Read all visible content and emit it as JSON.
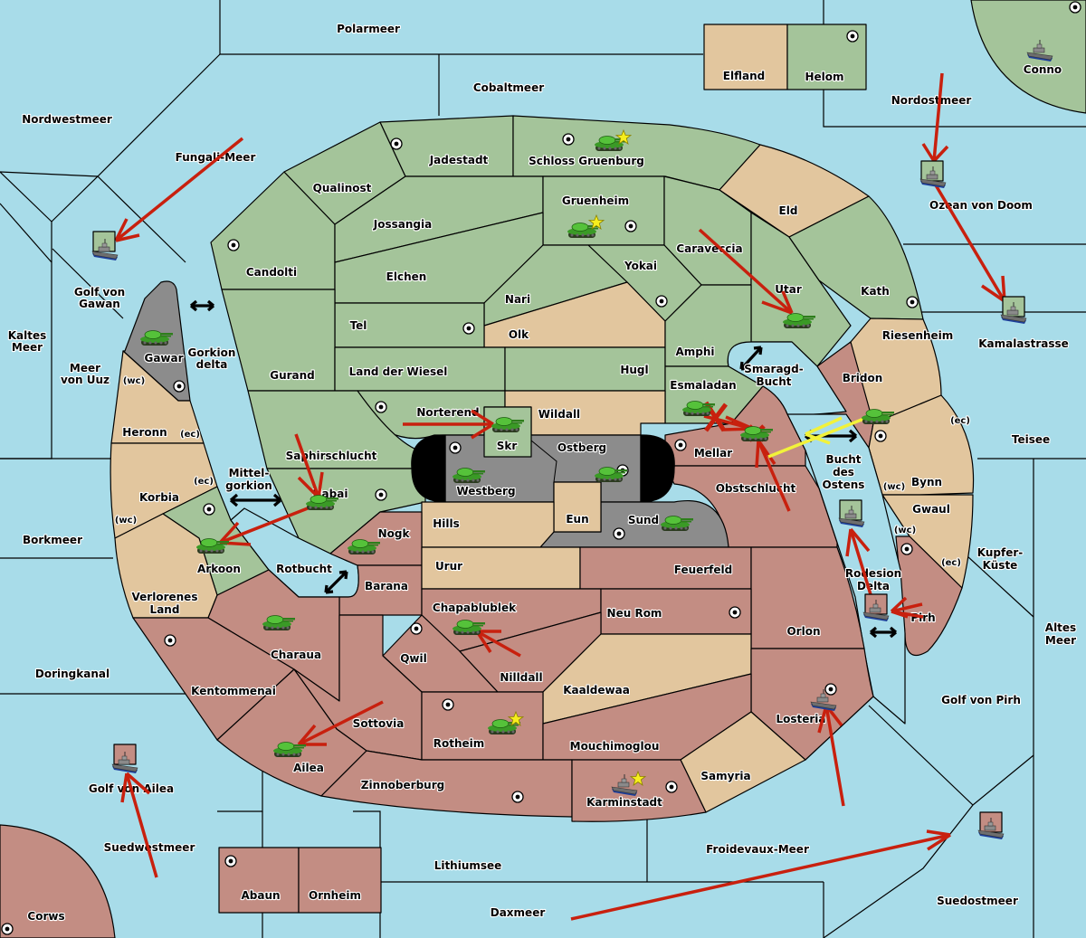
{
  "map": {
    "title": "Diplomacy variant map",
    "colors": {
      "sea": "#a8dce9",
      "power_green": "#a4c49a",
      "neutral_tan": "#e2c69e",
      "power_red": "#c38d83",
      "impassable_grey": "#8c8c8c",
      "move_order": "#c8200e",
      "support_order": "#f2f23a",
      "build_star": "#f6ee1e"
    },
    "seas": [
      {
        "name": "Polarmeer"
      },
      {
        "name": "Cobaltmeer"
      },
      {
        "name": "Nordwestmeer"
      },
      {
        "name": "Fungali-Meer"
      },
      {
        "name": "Nordostmeer"
      },
      {
        "name": "Ozean von Doom"
      },
      {
        "name": "Kamalastrasse"
      },
      {
        "name": "Golf von Gawan"
      },
      {
        "name": "Kaltes Meer"
      },
      {
        "name": "Meer von Uuz"
      },
      {
        "name": "Gorkion delta"
      },
      {
        "name": "Mittel-gorkion"
      },
      {
        "name": "Rotbucht"
      },
      {
        "name": "Borkmeer"
      },
      {
        "name": "Doringkanal"
      },
      {
        "name": "Golf von Ailea"
      },
      {
        "name": "Suedwestmeer"
      },
      {
        "name": "Lithiumsee"
      },
      {
        "name": "Daxmeer"
      },
      {
        "name": "Froidevaux-Meer"
      },
      {
        "name": "Suedostmeer"
      },
      {
        "name": "Golf von Pirh"
      },
      {
        "name": "Altes Meer"
      },
      {
        "name": "Kupfer-Küste"
      },
      {
        "name": "Teisee"
      },
      {
        "name": "Smaragd-Bucht"
      },
      {
        "name": "Bucht des Ostens"
      },
      {
        "name": "Rodesion Delta"
      }
    ],
    "labels": [
      {
        "id": "polarmeer",
        "text": "Polarmeer"
      },
      {
        "id": "cobaltmeer",
        "text": "Cobaltmeer"
      },
      {
        "id": "nordwestmeer",
        "text": "Nordwestmeer"
      },
      {
        "id": "fungali",
        "text": "Fungali-Meer"
      },
      {
        "id": "nordostmeer",
        "text": "Nordostmeer"
      },
      {
        "id": "ozean",
        "text": "Ozean von Doom"
      },
      {
        "id": "kamala",
        "text": "Kamalastrasse"
      },
      {
        "id": "gawan1",
        "text": "Golf von"
      },
      {
        "id": "gawan2",
        "text": "Gawan"
      },
      {
        "id": "kaltes1",
        "text": "Kaltes"
      },
      {
        "id": "kaltes2",
        "text": "Meer"
      },
      {
        "id": "uuz1",
        "text": "Meer"
      },
      {
        "id": "uuz2",
        "text": "von Uuz"
      },
      {
        "id": "gorkion1",
        "text": "Gorkion"
      },
      {
        "id": "gorkion2",
        "text": "delta"
      },
      {
        "id": "mittel1",
        "text": "Mittel-"
      },
      {
        "id": "mittel2",
        "text": "gorkion"
      },
      {
        "id": "rotbucht",
        "text": "Rotbucht"
      },
      {
        "id": "borkmeer",
        "text": "Borkmeer"
      },
      {
        "id": "doringkanal",
        "text": "Doringkanal"
      },
      {
        "id": "ailea_gulf",
        "text": "Golf von Ailea"
      },
      {
        "id": "suedwestmeer",
        "text": "Suedwestmeer"
      },
      {
        "id": "lithiumsee",
        "text": "Lithiumsee"
      },
      {
        "id": "daxmeer",
        "text": "Daxmeer"
      },
      {
        "id": "froidevaux",
        "text": "Froidevaux-Meer"
      },
      {
        "id": "suedostmeer",
        "text": "Suedostmeer"
      },
      {
        "id": "pirh_gulf",
        "text": "Golf von Pirh"
      },
      {
        "id": "altes1",
        "text": "Altes"
      },
      {
        "id": "altes2",
        "text": "Meer"
      },
      {
        "id": "kupfer1",
        "text": "Kupfer-"
      },
      {
        "id": "kupfer2",
        "text": "Küste"
      },
      {
        "id": "teisee",
        "text": "Teisee"
      },
      {
        "id": "smaragd1",
        "text": "Smaragd-"
      },
      {
        "id": "smaragd2",
        "text": "Bucht"
      },
      {
        "id": "bucht1",
        "text": "Bucht"
      },
      {
        "id": "bucht2",
        "text": "des"
      },
      {
        "id": "bucht3",
        "text": "Ostens"
      },
      {
        "id": "rodesion1",
        "text": "Rodesion"
      },
      {
        "id": "rodesion2",
        "text": "Delta"
      },
      {
        "id": "elfland",
        "text": "Elfland"
      },
      {
        "id": "helom",
        "text": "Helom"
      },
      {
        "id": "conno",
        "text": "Conno"
      },
      {
        "id": "corws",
        "text": "Corws"
      },
      {
        "id": "abaun",
        "text": "Abaun"
      },
      {
        "id": "ornheim",
        "text": "Ornheim"
      },
      {
        "id": "jadestadt",
        "text": "Jadestadt"
      },
      {
        "id": "schloss",
        "text": "Schloss Gruenburg"
      },
      {
        "id": "qualinost",
        "text": "Qualinost"
      },
      {
        "id": "jossangia",
        "text": "Jossangia"
      },
      {
        "id": "gruenheim",
        "text": "Gruenheim"
      },
      {
        "id": "eld",
        "text": "Eld"
      },
      {
        "id": "caraveccia",
        "text": "Caraveccia"
      },
      {
        "id": "candolti",
        "text": "Candolti"
      },
      {
        "id": "elchen",
        "text": "Elchen"
      },
      {
        "id": "yokai",
        "text": "Yokai"
      },
      {
        "id": "nari",
        "text": "Nari"
      },
      {
        "id": "utar",
        "text": "Utar"
      },
      {
        "id": "kath",
        "text": "Kath"
      },
      {
        "id": "tel",
        "text": "Tel"
      },
      {
        "id": "olk",
        "text": "Olk"
      },
      {
        "id": "amphi",
        "text": "Amphi"
      },
      {
        "id": "riesenheim",
        "text": "Riesenheim"
      },
      {
        "id": "gurand",
        "text": "Gurand"
      },
      {
        "id": "wiesel",
        "text": "Land der Wiesel"
      },
      {
        "id": "hugl",
        "text": "Hugl"
      },
      {
        "id": "esmaladan",
        "text": "Esmaladan"
      },
      {
        "id": "bridon",
        "text": "Bridon"
      },
      {
        "id": "gawar",
        "text": "Gawar"
      },
      {
        "id": "norterend",
        "text": "Norterend"
      },
      {
        "id": "wildall",
        "text": "Wildall"
      },
      {
        "id": "skr",
        "text": "Skr"
      },
      {
        "id": "ostberg",
        "text": "Ostberg"
      },
      {
        "id": "mellar",
        "text": "Mellar"
      },
      {
        "id": "heronn",
        "text": "Heronn"
      },
      {
        "id": "saphir",
        "text": "Saphirschlucht"
      },
      {
        "id": "westberg",
        "text": "Westberg"
      },
      {
        "id": "obst",
        "text": "Obstschlucht"
      },
      {
        "id": "korbia",
        "text": "Korbia"
      },
      {
        "id": "nabai",
        "text": "Nabai"
      },
      {
        "id": "hills",
        "text": "Hills"
      },
      {
        "id": "eun",
        "text": "Eun"
      },
      {
        "id": "sund",
        "text": "Sund"
      },
      {
        "id": "bynn",
        "text": "Bynn"
      },
      {
        "id": "gwaul",
        "text": "Gwaul"
      },
      {
        "id": "nogk",
        "text": "Nogk"
      },
      {
        "id": "arkoon",
        "text": "Arkoon"
      },
      {
        "id": "urur",
        "text": "Urur"
      },
      {
        "id": "feuerfeld",
        "text": "Feuerfeld"
      },
      {
        "id": "barana",
        "text": "Barana"
      },
      {
        "id": "verlorenes1",
        "text": "Verlorenes"
      },
      {
        "id": "verlorenes2",
        "text": "Land"
      },
      {
        "id": "chapa",
        "text": "Chapablublek"
      },
      {
        "id": "neurom",
        "text": "Neu Rom"
      },
      {
        "id": "pirh",
        "text": "Pirh"
      },
      {
        "id": "orlon",
        "text": "Orlon"
      },
      {
        "id": "charaua",
        "text": "Charaua"
      },
      {
        "id": "qwil",
        "text": "Qwil"
      },
      {
        "id": "nilldall",
        "text": "Nilldall"
      },
      {
        "id": "kentommenai",
        "text": "Kentommenai"
      },
      {
        "id": "kaaldewaa",
        "text": "Kaaldewaa"
      },
      {
        "id": "losteria",
        "text": "Losteria"
      },
      {
        "id": "sottovia",
        "text": "Sottovia"
      },
      {
        "id": "rotheim",
        "text": "Rotheim"
      },
      {
        "id": "mouchi",
        "text": "Mouchimoglou"
      },
      {
        "id": "ailea",
        "text": "Ailea"
      },
      {
        "id": "samyria",
        "text": "Samyria"
      },
      {
        "id": "zinnoberburg",
        "text": "Zinnoberburg"
      },
      {
        "id": "karminstadt",
        "text": "Karminstadt"
      }
    ],
    "coast_tags": [
      {
        "id": "gawar_wc",
        "text": "(wc)"
      },
      {
        "id": "heronn_ec",
        "text": "(ec)"
      },
      {
        "id": "korbia_ec",
        "text": "(ec)"
      },
      {
        "id": "korbia_wc",
        "text": "(wc)"
      },
      {
        "id": "bynn_ec",
        "text": "(ec)"
      },
      {
        "id": "bynn_wc",
        "text": "(wc)"
      },
      {
        "id": "gwaul_wc",
        "text": "(wc)"
      },
      {
        "id": "gwaul_ec",
        "text": "(ec)"
      }
    ],
    "units": [
      {
        "type": "army",
        "territory": "Schloss Gruenburg",
        "owner": "green",
        "built": true
      },
      {
        "type": "army",
        "territory": "Gruenheim",
        "owner": "green",
        "built": true
      },
      {
        "type": "army",
        "territory": "Utar",
        "owner": "green"
      },
      {
        "type": "army",
        "territory": "Gawar",
        "owner": "green"
      },
      {
        "type": "army",
        "territory": "Skr",
        "owner": "green"
      },
      {
        "type": "army",
        "territory": "Westberg",
        "owner": "green"
      },
      {
        "type": "army",
        "territory": "Ostberg",
        "owner": "green"
      },
      {
        "type": "army",
        "territory": "Sund",
        "owner": "green"
      },
      {
        "type": "army",
        "territory": "Esmaladan",
        "owner": "green"
      },
      {
        "type": "army",
        "territory": "Mellar",
        "owner": "green",
        "dislodged": true
      },
      {
        "type": "army",
        "territory": "Bridon",
        "owner": "green"
      },
      {
        "type": "army",
        "territory": "Nabai",
        "owner": "green"
      },
      {
        "type": "army",
        "territory": "Arkoon",
        "owner": "green"
      },
      {
        "type": "army",
        "territory": "Nogk",
        "owner": "green"
      },
      {
        "type": "army",
        "territory": "Charaua",
        "owner": "green"
      },
      {
        "type": "army",
        "territory": "Chapablublek",
        "owner": "green"
      },
      {
        "type": "army",
        "territory": "Rotheim",
        "owner": "green",
        "built": true
      },
      {
        "type": "army",
        "territory": "Ailea",
        "owner": "green"
      },
      {
        "type": "fleet",
        "territory": "Golf von Gawan",
        "owner": "green"
      },
      {
        "type": "fleet",
        "territory": "Conno",
        "owner": "green"
      },
      {
        "type": "fleet",
        "territory": "Ozean von Doom",
        "owner": "green"
      },
      {
        "type": "fleet",
        "territory": "Kamalastrasse",
        "owner": "green"
      },
      {
        "type": "fleet",
        "territory": "Bucht des Ostens",
        "owner": "green"
      },
      {
        "type": "fleet",
        "territory": "Rodesion Delta",
        "owner": "red"
      },
      {
        "type": "fleet",
        "territory": "Losteria",
        "owner": "red"
      },
      {
        "type": "fleet",
        "territory": "Karminstadt",
        "owner": "red",
        "built": true
      },
      {
        "type": "fleet",
        "territory": "Golf von Ailea",
        "owner": "red"
      },
      {
        "type": "fleet",
        "territory": "Suedostmeer",
        "owner": "red"
      }
    ],
    "orders": [
      {
        "kind": "move",
        "from": "Fungali-Meer",
        "to": "Golf von Gawan"
      },
      {
        "kind": "move",
        "from": "Nordostmeer",
        "to": "Ozean von Doom"
      },
      {
        "kind": "move",
        "from": "Ozean von Doom",
        "to": "Kamalastrasse"
      },
      {
        "kind": "move",
        "from": "Caraveccia",
        "to": "Utar"
      },
      {
        "kind": "move",
        "from": "Norterend",
        "to": "Skr"
      },
      {
        "kind": "move",
        "from": "Saphirschlucht",
        "to": "Nabai"
      },
      {
        "kind": "move",
        "from": "Nabai",
        "to": "Arkoon"
      },
      {
        "kind": "move",
        "from": "Esmaladan",
        "to": "Mellar",
        "failed": true
      },
      {
        "kind": "move",
        "from": "Obstschlucht",
        "to": "Mellar"
      },
      {
        "kind": "support",
        "from": "Bridon",
        "to": "Mellar"
      },
      {
        "kind": "move",
        "from": "Rodesion Delta",
        "to": "Bucht des Ostens"
      },
      {
        "kind": "move",
        "from": "Pirh",
        "to": "Rodesion Delta"
      },
      {
        "kind": "move",
        "from": "Nilldall",
        "to": "Chapablublek"
      },
      {
        "kind": "move",
        "from": "Sottovia",
        "to": "Ailea"
      },
      {
        "kind": "move",
        "from": "Suedwestmeer",
        "to": "Golf von Ailea"
      },
      {
        "kind": "move",
        "from": "Froidevaux-Meer",
        "to": "Losteria"
      },
      {
        "kind": "move",
        "from": "Daxmeer",
        "to": "Suedostmeer"
      }
    ]
  }
}
